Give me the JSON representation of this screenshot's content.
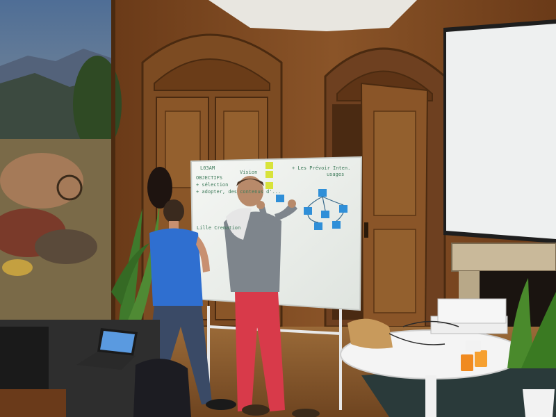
{
  "scene": {
    "description_label": "",
    "whiteboard": {
      "title": "L03AM",
      "lines": [
        "OBJECTIFS",
        "+ sélection",
        "+ adopter, des contenus d'..."
      ],
      "side_label": "Lille Cremation",
      "top_center": "Vision",
      "top_right_1": "+ Les Prévoir Inten.",
      "top_right_2": "usages"
    },
    "colors": {
      "wood": "#7a4a22",
      "wall_dark": "#3a2210",
      "whiteboard": "#f2f4f1",
      "sticky_blue": "#2f8fd8",
      "sticky_yellow": "#d8e33a",
      "shirt_blue": "#2f6fd0",
      "pants_red": "#d83a4a",
      "hoodie_grey": "#7e858c",
      "screen": "#eef0f0"
    }
  }
}
